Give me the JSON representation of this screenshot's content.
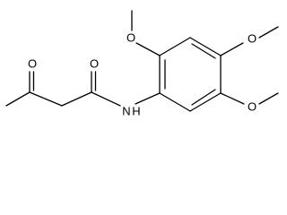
{
  "molecule": {
    "atoms": {
      "ketone_oxygen": "O",
      "amide_oxygen": "O",
      "amide_nitrogen": "N",
      "amide_hydrogen": "H",
      "methoxy_oxygen_top": "O",
      "methoxy_oxygen_right": "O",
      "methoxy_oxygen_bottom": "O"
    }
  }
}
